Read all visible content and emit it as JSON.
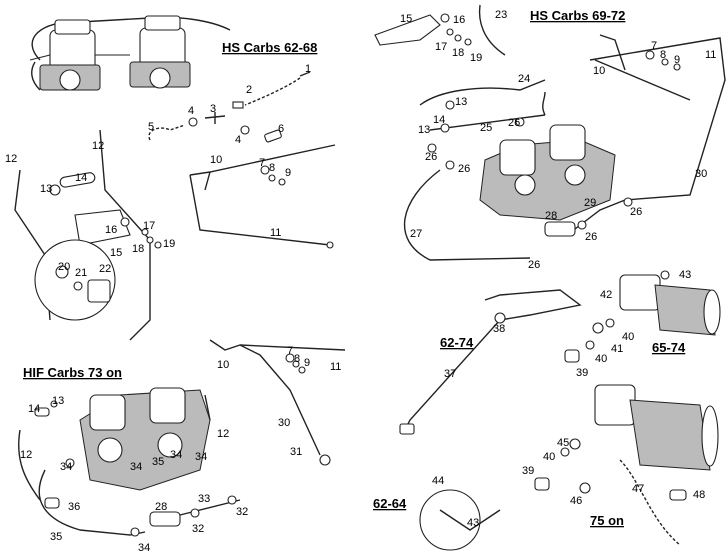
{
  "sections": {
    "hs_62_68": "HS Carbs 62-68",
    "hs_69_72": "HS Carbs 69-72",
    "hif_73": "HIF Carbs 73 on",
    "y62_74": "62-74",
    "y65_74": "65-74",
    "y62_64": "62-64",
    "y75_on": "75 on"
  },
  "callouts": {
    "c1": "1",
    "c2": "2",
    "c3": "3",
    "c4a": "4",
    "c4b": "4",
    "c5": "5",
    "c6": "6",
    "c7": "7",
    "c8": "8",
    "c9": "9",
    "c10": "10",
    "c11": "11",
    "c12a": "12",
    "c12b": "12",
    "c13": "13",
    "c14": "14",
    "c15": "15",
    "c16": "16",
    "c17": "17",
    "c18": "18",
    "c19": "19",
    "c20": "20",
    "c21": "21",
    "c22": "22",
    "r15": "15",
    "r16": "16",
    "r17": "17",
    "r18": "18",
    "r19": "19",
    "r23": "23",
    "r7": "7",
    "r8": "8",
    "r9": "9",
    "r10": "10",
    "r11": "11",
    "r24": "24",
    "r13a": "13",
    "r13b": "13",
    "r14": "14",
    "r25": "25",
    "r26a": "26",
    "r26b": "26",
    "r26c": "26",
    "r26d": "26",
    "r26e": "26",
    "r26f": "26",
    "r27": "27",
    "r28": "28",
    "r29": "29",
    "r30": "30",
    "h14": "14",
    "h13": "13",
    "h12a": "12",
    "h12b": "12",
    "h10": "10",
    "h7": "7",
    "h8": "8",
    "h9": "9",
    "h11": "11",
    "h30": "30",
    "h31": "31",
    "h34a": "34",
    "h34b": "34",
    "h34c": "34",
    "h35a": "35",
    "h34d": "34",
    "h35b": "35",
    "h36": "36",
    "h28": "28",
    "h33": "33",
    "h32a": "32",
    "h32b": "32",
    "h34e": "34",
    "p38": "38",
    "p37": "37",
    "p42": "42",
    "p43a": "43",
    "p40a": "40",
    "p41": "41",
    "p40b": "40",
    "p39a": "39",
    "p45": "45",
    "p40c": "40",
    "p39b": "39",
    "p46": "46",
    "p47": "47",
    "p48": "48",
    "p44": "44",
    "p43b": "43"
  }
}
